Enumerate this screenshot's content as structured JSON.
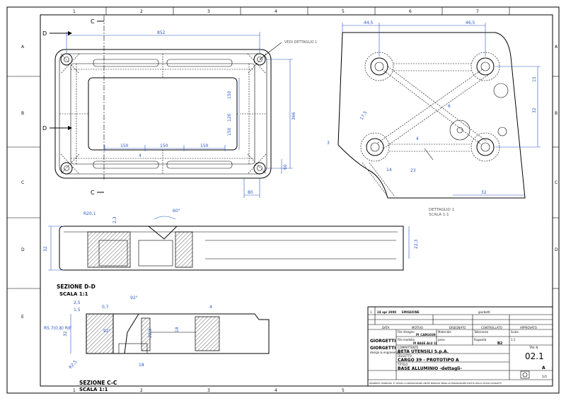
{
  "sheet": {
    "columns": [
      "1",
      "2",
      "3",
      "4",
      "5",
      "6",
      "7"
    ],
    "rows": [
      "A",
      "B",
      "C",
      "D",
      "E"
    ]
  },
  "top_view": {
    "section_markers": {
      "d": "D",
      "c": "C"
    },
    "dims": {
      "overall_width": "852",
      "height_total": "366",
      "inner_h": "150",
      "inner_h2": "150",
      "dim_120": "120",
      "bay1": "150",
      "bay2": "150",
      "bay3": "150",
      "bottom_80": "80",
      "bottom_60": "60",
      "dim_4": "4"
    },
    "callout": "VEDI DETTAGLIO 1"
  },
  "detail_view": {
    "dims": {
      "a": "44,5",
      "b": "46,5",
      "c": "15",
      "d": "32",
      "e": "17,5",
      "f": "6",
      "g": "4",
      "h": "14",
      "i": "23",
      "j": "32",
      "k": "3"
    },
    "label": "DETTAGLIO 1",
    "scale": "SCALA 1:1"
  },
  "section_dd": {
    "title": "SEZIONE D-D",
    "scale": "SCALA 1:1",
    "dims": {
      "r": "R20,1",
      "a": "2,3",
      "angle": "60°",
      "left": "32",
      "right": "22,3"
    }
  },
  "section_cc": {
    "title": "SEZIONE C-C",
    "scale": "SCALA 1:1",
    "dims": {
      "a": "2,5",
      "b": "1,5",
      "c": "0,7",
      "d": "92°",
      "e": "4",
      "f": "R5.7(0.8) RIF",
      "g": "32",
      "h": "22,3",
      "i": "92°",
      "j": "18",
      "k": "R2,5",
      "l": "18"
    }
  },
  "title_block": {
    "rev_row": {
      "rev": "1",
      "date": "24 apr 2008",
      "desc": "EMISSIONE",
      "author": "giorbetti"
    },
    "headers": {
      "data": "DATA",
      "motivo": "MOTIVO",
      "disegnato": "DISEGNATO",
      "controllato": "CONTROLLATO",
      "approvato": "APPROVATO"
    },
    "file_label": "File disegno",
    "file_value": "Pl_CARGO39",
    "mod_label": "File modello",
    "mod_value": "Pl BASE ALU 1l",
    "material_label": "Materiale",
    "peso_label": "peso",
    "tolleranze_label": "Tolleranze",
    "rugosita_label": "Rugosità",
    "scala_label": "Scala",
    "scala_value": "1:1",
    "formato_value": "B2",
    "committente_label": "COMMITTENTE",
    "committente": "BETA UTENSILI S.p.A.",
    "oggetto_label": "OGGETTO",
    "oggetto": "CARGO 39 - PROTOTIPO A",
    "titolo_label": "TITOLO",
    "titolo": "BASE ALLUMINIO -dettagli-",
    "company": "GIORGETTI",
    "company_sub": "design & engineering",
    "dis_n": "TAV. N.",
    "drawing_no": "02.1",
    "sheet_letter": "A",
    "sheet_no": "1/1",
    "legal": "PROPRIETA' RISERVATA. E' VIETATA LA RIPRODUZIONE ANCHE PARZIALE SENZA AUTORIZZAZIONE SCRITTA DELLO STUDIO GIORGETTI"
  }
}
